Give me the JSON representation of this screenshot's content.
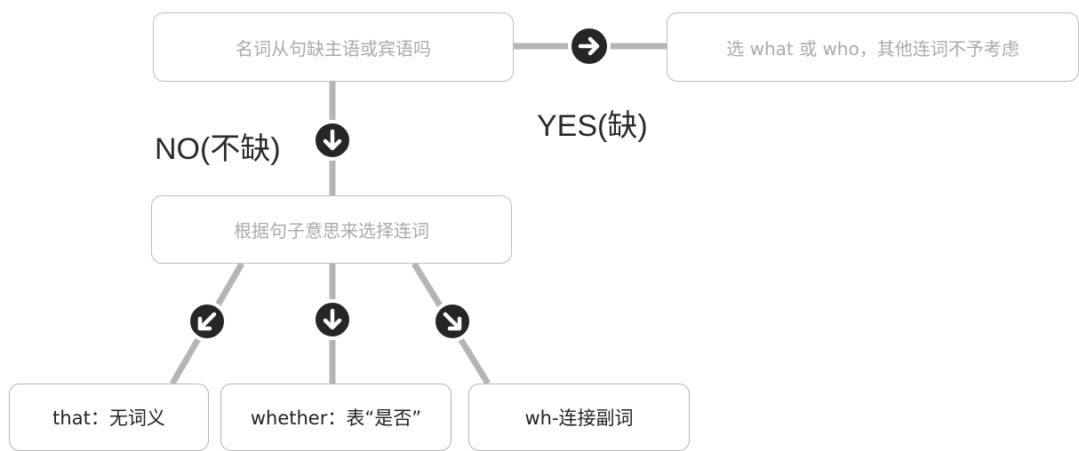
{
  "nodes": {
    "question": "名词从句缺主语或宾语吗",
    "yes_result": "选 what 或 who，其他连词不予考虑",
    "choose_by_meaning": "根据句子意思来选择连词",
    "that": "that：无词义",
    "whether": "whether：表“是否”",
    "wh_adverb": "wh-连接副词"
  },
  "edges": {
    "yes_label": "YES(缺)",
    "no_label": "NO(不缺)"
  },
  "icons": {
    "right": "arrow-right-circle-icon",
    "down": "arrow-down-circle-icon",
    "down_left": "arrow-down-left-circle-icon",
    "down_right": "arrow-down-right-circle-icon"
  },
  "colors": {
    "connector": "#b5b5b5",
    "icon_fill": "#262626"
  }
}
